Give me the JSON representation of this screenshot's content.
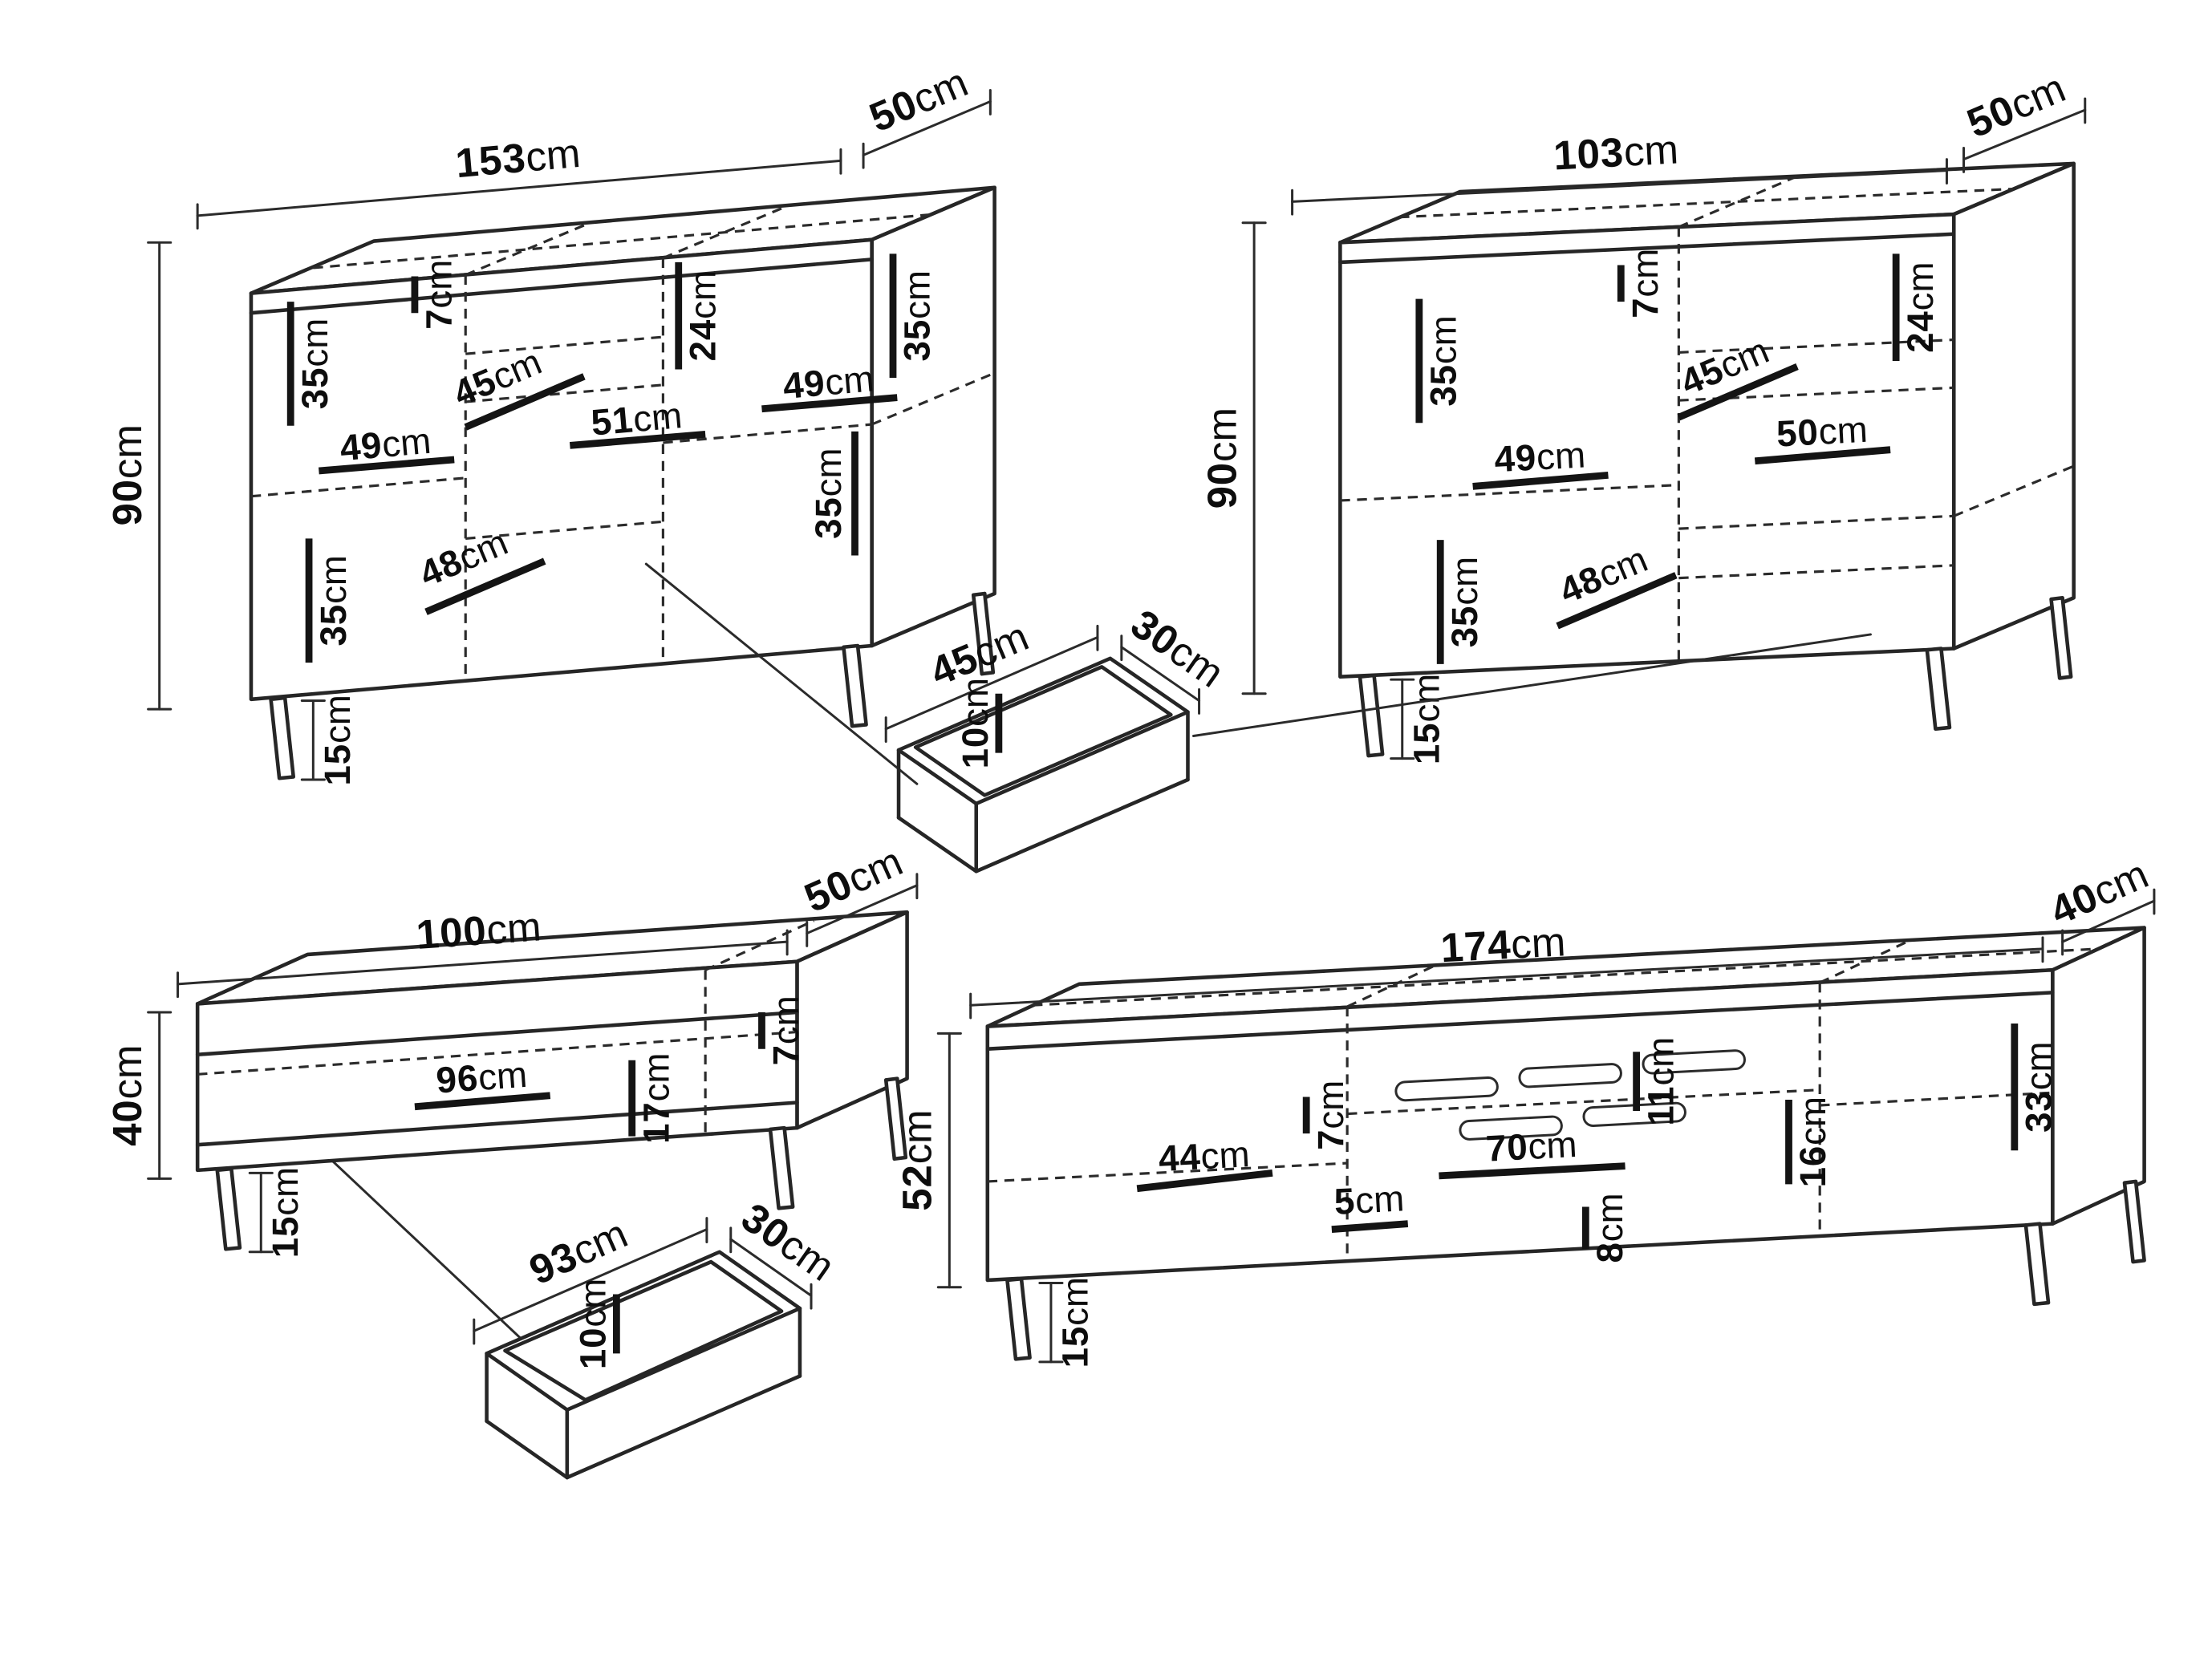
{
  "diagram": {
    "background_color": "#ffffff",
    "line_color": "#262626",
    "text_color": "#111111",
    "pieces": [
      {
        "id": "sideboard-large",
        "width": {
          "v": "153",
          "u": "cm"
        },
        "depth": {
          "v": "50",
          "u": "cm"
        },
        "height": {
          "v": "90",
          "u": "cm"
        },
        "leg_height": {
          "v": "15",
          "u": "cm"
        },
        "internal": [
          {
            "v": "35",
            "u": "cm"
          },
          {
            "v": "7",
            "u": "cm"
          },
          {
            "v": "24",
            "u": "cm"
          },
          {
            "v": "35",
            "u": "cm"
          },
          {
            "v": "45",
            "u": "cm"
          },
          {
            "v": "49",
            "u": "cm"
          },
          {
            "v": "51",
            "u": "cm"
          },
          {
            "v": "49",
            "u": "cm"
          },
          {
            "v": "35",
            "u": "cm"
          },
          {
            "v": "35",
            "u": "cm"
          },
          {
            "v": "48",
            "u": "cm"
          }
        ]
      },
      {
        "id": "sideboard-small",
        "width": {
          "v": "103",
          "u": "cm"
        },
        "depth": {
          "v": "50",
          "u": "cm"
        },
        "height": {
          "v": "90",
          "u": "cm"
        },
        "leg_height": {
          "v": "15",
          "u": "cm"
        },
        "internal": [
          {
            "v": "35",
            "u": "cm"
          },
          {
            "v": "7",
            "u": "cm"
          },
          {
            "v": "24",
            "u": "cm"
          },
          {
            "v": "45",
            "u": "cm"
          },
          {
            "v": "49",
            "u": "cm"
          },
          {
            "v": "50",
            "u": "cm"
          },
          {
            "v": "35",
            "u": "cm"
          },
          {
            "v": "48",
            "u": "cm"
          }
        ]
      },
      {
        "id": "drawer-sideboard",
        "width": {
          "v": "45",
          "u": "cm"
        },
        "depth": {
          "v": "30",
          "u": "cm"
        },
        "height": {
          "v": "10",
          "u": "cm"
        }
      },
      {
        "id": "coffee-table",
        "width": {
          "v": "100",
          "u": "cm"
        },
        "depth": {
          "v": "50",
          "u": "cm"
        },
        "height": {
          "v": "40",
          "u": "cm"
        },
        "leg_height": {
          "v": "15",
          "u": "cm"
        },
        "internal": [
          {
            "v": "96",
            "u": "cm"
          },
          {
            "v": "17",
            "u": "cm"
          },
          {
            "v": "7",
            "u": "cm"
          }
        ]
      },
      {
        "id": "drawer-coffee-table",
        "width": {
          "v": "93",
          "u": "cm"
        },
        "depth": {
          "v": "30",
          "u": "cm"
        },
        "height": {
          "v": "10",
          "u": "cm"
        }
      },
      {
        "id": "tv-stand",
        "width": {
          "v": "174",
          "u": "cm"
        },
        "depth": {
          "v": "40",
          "u": "cm"
        },
        "height": {
          "v": "52",
          "u": "cm"
        },
        "leg_height": {
          "v": "15",
          "u": "cm"
        },
        "internal": [
          {
            "v": "44",
            "u": "cm"
          },
          {
            "v": "7",
            "u": "cm"
          },
          {
            "v": "70",
            "u": "cm"
          },
          {
            "v": "11",
            "u": "cm"
          },
          {
            "v": "16",
            "u": "cm"
          },
          {
            "v": "5",
            "u": "cm"
          },
          {
            "v": "8",
            "u": "cm"
          },
          {
            "v": "33",
            "u": "cm"
          }
        ]
      }
    ]
  }
}
